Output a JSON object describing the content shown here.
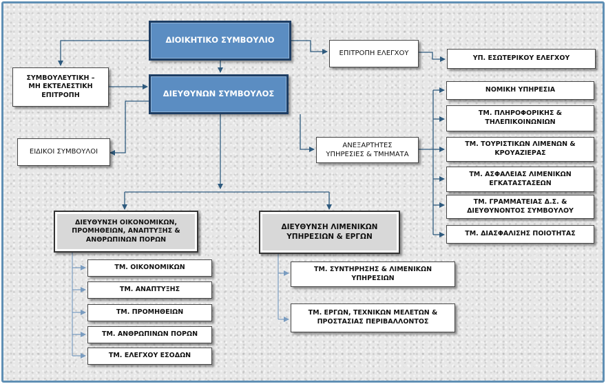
{
  "board": "ΔΙΟΙΚΗΤΙΚΟ ΣΥΜΒΟΥΛΙΟ",
  "ceo": "ΔΙΕΥΘΥΝΩΝ ΣΥΜΒΟΥΛΟΣ",
  "advisory_committee": "ΣΥΜΒΟΥΛΕΥΤΙΚΗ –\nΜΗ ΕΚΤΕΛΕΣΤΙΚΗ\nΕΠΙΤΡΟΠΗ",
  "special_advisors": "ΕΙΔΙΚΟΙ ΣΥΜΒΟΥΛΟΙ",
  "audit_committee": "ΕΠΙΤΡΟΠΗ ΕΛΕΓΧΟΥ",
  "internal_audit": "ΥΠ. ΕΣΩΤΕΡΙΚΟΥ ΕΛΕΓΧΟΥ",
  "independent_services": "ΑΝΕΞΑΡΤΗΤΕΣ\nΥΠΗΡΕΣΙΕΣ & ΤΜΗΜΑΤΑ",
  "independent_units": [
    "ΝΟΜΙΚΗ ΥΠΗΡΕΣΙΑ",
    "ΤΜ. ΠΛΗΡΟΦΟΡΙΚΗΣ &\nΤΗΛΕΠΙΚΟΙΝΩΝΙΩΝ",
    "ΤΜ. ΤΟΥΡΙΣΤΙΚΩΝ ΛΙΜΕΝΩΝ &\nΚΡΟΥΑΖΙΕΡΑΣ",
    "ΤΜ. ΑΣΦΑΛΕΙΑΣ ΛΙΜΕΝΙΚΩΝ\nΕΓΚΑΤΑΣΤΑΣΕΩΝ",
    "ΤΜ. ΓΡΑΜΜΑΤΕΙΑΣ Δ.Σ. &\nΔΙΕΥΘΥΝΟΝΤΟΣ ΣΥΜΒΟΥΛΟΥ",
    "ΤΜ. ΔΙΑΣΦΑΛΙΣΗΣ ΠΟΙΟΤΗΤΑΣ"
  ],
  "finance_directorate": "ΔΙΕΥΘΥΝΣΗ ΟΙΚΟΝΟΜΙΚΩΝ,\nΠΡΟΜΗΘΕΙΩΝ, ΑΝΑΠΤΥΞΗΣ &\nΑΝΘΡΩΠΙΝΩΝ ΠΟΡΩΝ",
  "finance_units": [
    "ΤΜ. ΟΙΚΟΝΟΜΙΚΩΝ",
    "ΤΜ. ΑΝΑΠΤΥΞΗΣ",
    "ΤΜ. ΠΡΟΜΗΘΕΙΩΝ",
    "ΤΜ. ΑΝΘΡΩΠΙΝΩΝ ΠΟΡΩΝ",
    "ΤΜ. ΕΛΕΓΧΟΥ ΕΣΟΔΩΝ"
  ],
  "port_directorate": "ΔΙΕΥΘΥΝΣΗ ΛΙΜΕΝΙΚΩΝ\nΥΠΗΡΕΣΙΩΝ & ΕΡΓΩΝ",
  "port_units": [
    "ΤΜ. ΣΥΝΤΗΡΗΣΗΣ & ΛΙΜΕΝΙΚΩΝ\nΥΠΗΡΕΣΙΩΝ",
    "ΤΜ. ΕΡΓΩΝ, ΤΕΧΝΙΚΩΝ ΜΕΛΕΤΩΝ &\nΠΡΟΣΤΑΣΙΑΣ ΠΕΡΙΒΑΛΛΟΝΤΟΣ"
  ],
  "colors": {
    "connector": "#2e5a7e",
    "border": "#5f8fb4",
    "blue_fill": "#5b8dc2",
    "blue_edge": "#1d3d63",
    "gray_fill": "#d8d8d8"
  }
}
